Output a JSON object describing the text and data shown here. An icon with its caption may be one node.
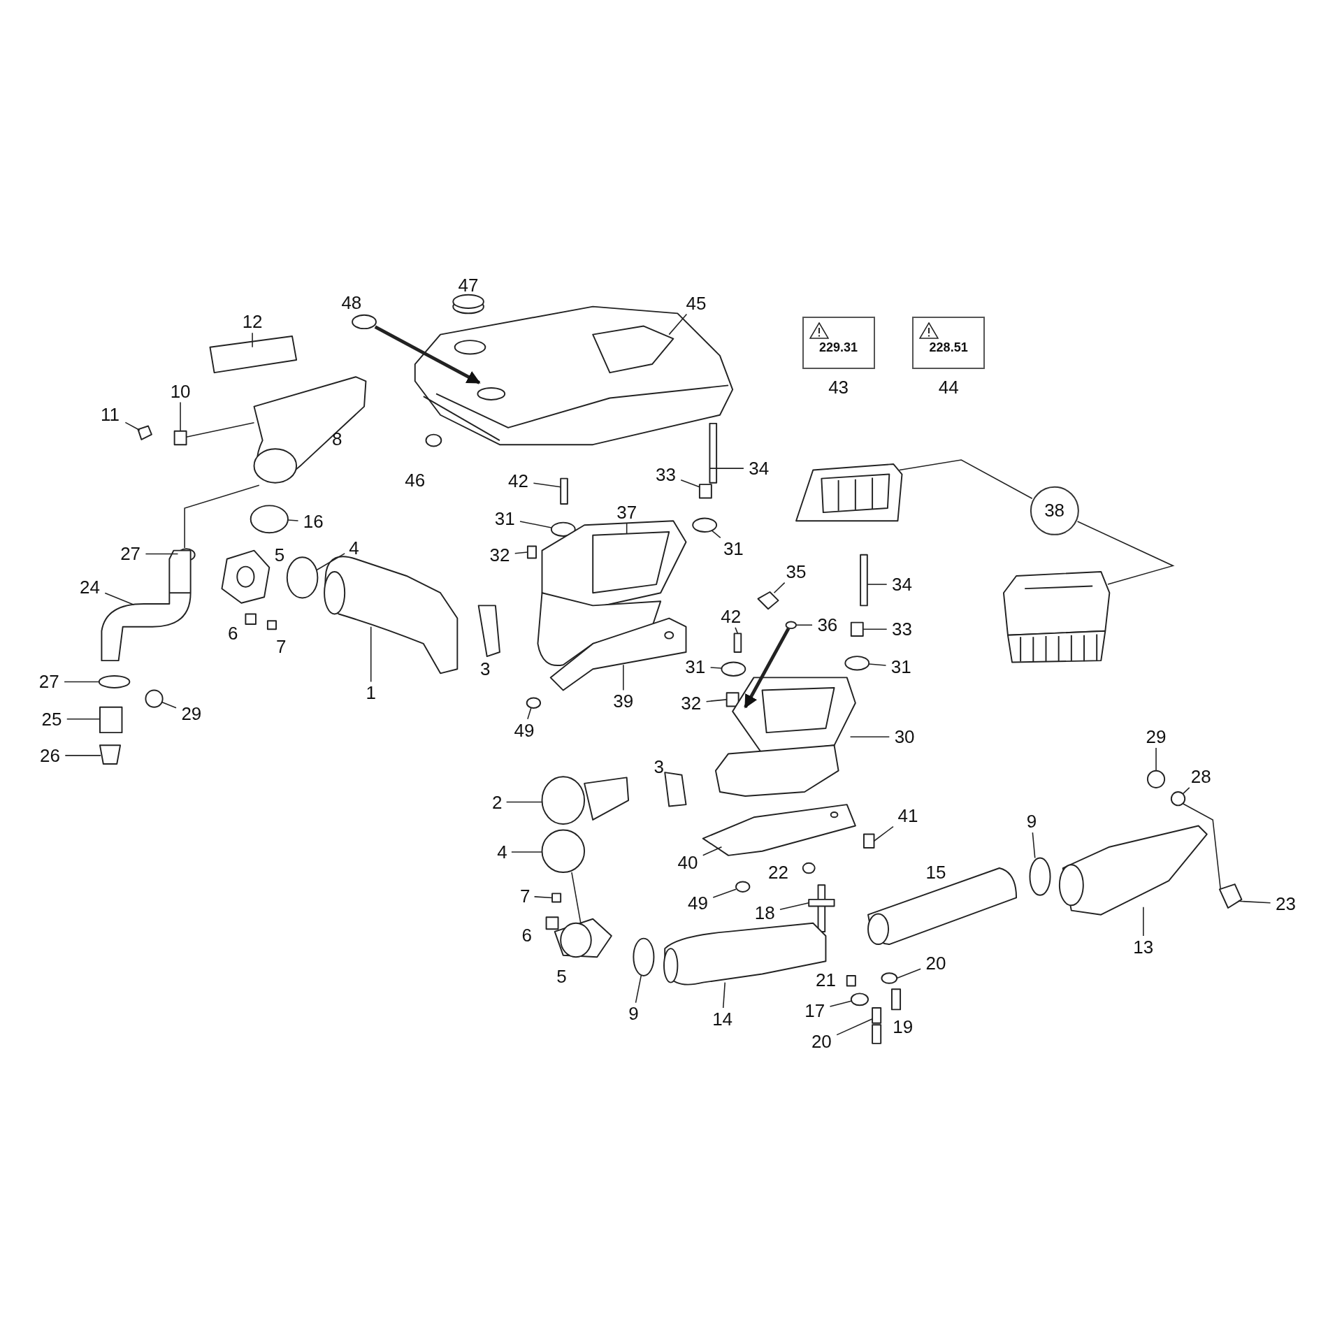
{
  "diagram": {
    "nodes": [
      {
        "text": [
          "45"
        ]
      },
      {
        "text": [
          "229.31"
        ],
        "beside": [
          "43"
        ]
      },
      {
        "text": [
          "228.51"
        ],
        "beside": [
          "44"
        ]
      },
      {
        "text": [
          "12"
        ]
      },
      {
        "text": [
          "10"
        ]
      },
      {
        "text": [
          "11"
        ]
      },
      {
        "text": [
          "42"
        ]
      },
      {
        "text": [
          "33"
        ]
      },
      {
        "text": [
          "34"
        ]
      },
      {
        "text": [
          "38"
        ]
      },
      {
        "text": [
          "16"
        ]
      },
      {
        "text": [
          "31"
        ]
      },
      {
        "text": [
          "37"
        ]
      },
      {
        "text": [
          "31"
        ]
      },
      {
        "text": [
          "27"
        ]
      },
      {
        "text": [
          "32"
        ]
      },
      {
        "text": [
          "4"
        ]
      },
      {
        "text": [
          "35"
        ]
      },
      {
        "text": [
          "34"
        ]
      },
      {
        "text": [
          "24"
        ]
      },
      {
        "text": [
          "42"
        ]
      },
      {
        "text": [
          "36"
        ]
      },
      {
        "text": [
          "33"
        ]
      },
      {
        "text": [
          "1"
        ]
      },
      {
        "text": [
          "31"
        ]
      },
      {
        "text": [
          "31"
        ]
      },
      {
        "text": [
          "27"
        ]
      },
      {
        "text": [
          "39"
        ]
      },
      {
        "text": [
          "32"
        ]
      },
      {
        "text": [
          "29"
        ]
      },
      {
        "text": [
          "25"
        ]
      },
      {
        "text": [
          "49"
        ]
      },
      {
        "text": [
          "29"
        ]
      },
      {
        "text": [
          "30"
        ]
      },
      {
        "text": [
          "26"
        ]
      },
      {
        "text": [
          "28"
        ]
      },
      {
        "text": [
          "2"
        ]
      },
      {
        "text": [
          "9"
        ]
      },
      {
        "text": [
          "41"
        ]
      },
      {
        "text": [
          "4"
        ]
      },
      {
        "text": [
          "40"
        ]
      },
      {
        "text": [
          "49"
        ]
      },
      {
        "text": [
          "7"
        ]
      },
      {
        "text": [
          "23"
        ]
      },
      {
        "text": [
          "18"
        ]
      },
      {
        "text": [
          "13"
        ]
      },
      {
        "text": [
          "20"
        ]
      },
      {
        "text": [
          "17"
        ]
      },
      {
        "text": [
          "9"
        ]
      },
      {
        "text": [
          "14"
        ]
      },
      {
        "text": [
          "20"
        ]
      },
      {
        "text": [],
        "shape": "picture"
      },
      {
        "text": [],
        "shape": "box"
      },
      {
        "text": [],
        "shape": "box"
      },
      {
        "text": [],
        "shape": "box"
      },
      {
        "text": [],
        "shape": "bar"
      },
      {
        "text": [],
        "shape": "box"
      },
      {
        "text": [],
        "shape": "bar"
      },
      {
        "text": [],
        "shape": "picture"
      },
      {
        "text": [],
        "shape": "picture"
      },
      {
        "text": [],
        "shape": "circle"
      },
      {
        "text": [],
        "shape": "circle"
      },
      {
        "text": [],
        "shape": "picture"
      },
      {
        "text": [],
        "shape": "circle"
      },
      {
        "text": [],
        "shape": "circle"
      },
      {
        "text": [],
        "shape": "box"
      },
      {
        "text": [],
        "shape": "circle"
      },
      {
        "text": [],
        "shape": "diamond"
      },
      {
        "text": [],
        "shape": "bar"
      },
      {
        "text": [],
        "shape": "picture"
      },
      {
        "text": [],
        "shape": "bar"
      },
      {
        "text": [],
        "shape": "circle"
      },
      {
        "text": [],
        "shape": "box"
      },
      {
        "text": [],
        "shape": "picture"
      },
      {
        "text": [],
        "shape": "circle"
      },
      {
        "text": [],
        "shape": "circle"
      },
      {
        "text": [],
        "shape": "circle"
      },
      {
        "text": [],
        "shape": "picture"
      },
      {
        "text": [],
        "shape": "box"
      },
      {
        "text": [],
        "shape": "circle"
      },
      {
        "text": [],
        "shape": "box"
      },
      {
        "text": [],
        "shape": "circle"
      },
      {
        "text": [],
        "shape": "circle"
      },
      {
        "text": [],
        "shape": "picture"
      },
      {
        "text": [],
        "shape": "box"
      },
      {
        "text": [],
        "shape": "circle"
      },
      {
        "text": [],
        "shape": "picture"
      },
      {
        "text": [],
        "shape": "circle"
      },
      {
        "text": [],
        "shape": "box"
      },
      {
        "text": [],
        "shape": "circle"
      },
      {
        "text": [],
        "shape": "picture"
      },
      {
        "text": [],
        "shape": "circle"
      },
      {
        "text": [],
        "shape": "box"
      },
      {
        "text": [],
        "shape": "box"
      },
      {
        "text": [],
        "shape": "picture"
      },
      {
        "text": [],
        "shape": "picture"
      },
      {
        "text": [],
        "shape": "circle"
      },
      {
        "text": [],
        "shape": "circle"
      },
      {
        "text": [],
        "shape": "circle"
      },
      {
        "text": [],
        "shape": "picture"
      },
      {
        "text": [],
        "shape": "box"
      },
      {
        "text": [],
        "shape": "circle",
        "beside": [
          "48"
        ]
      },
      {
        "text": [],
        "shape": "picture",
        "beside": [
          "8"
        ]
      },
      {
        "text": [],
        "shape": "picture",
        "beside": [
          "5"
        ]
      }
    ],
    "edges": [
      {
        "from": 0,
        "to": 51,
        "arrow": "none"
      },
      {
        "from": 3,
        "to": 52,
        "arrow": "none"
      },
      {
        "from": 4,
        "to": 53,
        "arrow": "none"
      },
      {
        "from": 5,
        "to": 54,
        "arrow": "none"
      },
      {
        "from": 6,
        "to": 55,
        "arrow": "none"
      },
      {
        "from": 7,
        "to": 56,
        "arrow": "none"
      },
      {
        "from": 8,
        "to": 57,
        "arrow": "none"
      },
      {
        "from": 9,
        "to": 58,
        "arrow": "none"
      },
      {
        "from": 9,
        "to": 59,
        "arrow": "none"
      },
      {
        "from": 10,
        "to": 60,
        "arrow": "none"
      },
      {
        "from": 11,
        "to": 61,
        "arrow": "none"
      },
      {
        "from": 12,
        "to": 62,
        "arrow": "none"
      },
      {
        "from": 13,
        "to": 63,
        "arrow": "none"
      },
      {
        "from": 14,
        "to": 64,
        "arrow": "none"
      },
      {
        "from": 15,
        "to": 65,
        "arrow": "none"
      },
      {
        "from": 16,
        "to": 66,
        "arrow": "none"
      },
      {
        "from": 17,
        "to": 67,
        "arrow": "none"
      },
      {
        "from": 18,
        "to": 68,
        "arrow": "none"
      },
      {
        "from": 19,
        "to": 69,
        "arrow": "none"
      },
      {
        "from": 20,
        "to": 70,
        "arrow": "none"
      },
      {
        "from": 21,
        "to": 71,
        "arrow": "none"
      },
      {
        "from": 22,
        "to": 72,
        "arrow": "none"
      },
      {
        "from": 23,
        "to": 73,
        "arrow": "none"
      },
      {
        "from": 24,
        "to": 74,
        "arrow": "none"
      },
      {
        "from": 25,
        "to": 75,
        "arrow": "none"
      },
      {
        "from": 26,
        "to": 76,
        "arrow": "none"
      },
      {
        "from": 27,
        "to": 77,
        "arrow": "none"
      },
      {
        "from": 28,
        "to": 78,
        "arrow": "none"
      },
      {
        "from": 29,
        "to": 79,
        "arrow": "none"
      },
      {
        "from": 30,
        "to": 80,
        "arrow": "none"
      },
      {
        "from": 31,
        "to": 81,
        "arrow": "none"
      },
      {
        "from": 32,
        "to": 82,
        "arrow": "none"
      },
      {
        "from": 33,
        "to": 83,
        "arrow": "none"
      },
      {
        "from": 34,
        "to": 84,
        "arrow": "none"
      },
      {
        "from": 35,
        "to": 85,
        "arrow": "none"
      },
      {
        "from": 36,
        "to": 86,
        "arrow": "none"
      },
      {
        "from": 37,
        "to": 87,
        "arrow": "none"
      },
      {
        "from": 38,
        "to": 88,
        "arrow": "none"
      },
      {
        "from": 39,
        "to": 89,
        "arrow": "none"
      },
      {
        "from": 40,
        "to": 90,
        "arrow": "none"
      },
      {
        "from": 41,
        "to": 91,
        "arrow": "none"
      },
      {
        "from": 42,
        "to": 92,
        "arrow": "none"
      },
      {
        "from": 43,
        "to": 93,
        "arrow": "none"
      },
      {
        "from": 44,
        "to": 94,
        "arrow": "none"
      },
      {
        "from": 45,
        "to": 95,
        "arrow": "none"
      },
      {
        "from": 46,
        "to": 96,
        "arrow": "none"
      },
      {
        "from": 47,
        "to": 97,
        "arrow": "none"
      },
      {
        "from": 48,
        "to": 98,
        "arrow": "none"
      },
      {
        "from": 49,
        "to": 99,
        "arrow": "none"
      },
      {
        "from": 50,
        "to": 100,
        "arrow": "none"
      },
      {
        "from": 101,
        "to": 51,
        "arrow": "to",
        "style": "thick"
      },
      {
        "from": 53,
        "to": 102,
        "arrow": "none"
      },
      {
        "from": 102,
        "to": 64,
        "arrow": "none"
      },
      {
        "from": 89,
        "to": 103,
        "arrow": "none"
      },
      {
        "from": 71,
        "to": 83,
        "arrow": "to",
        "style": "thick"
      },
      {
        "from": 85,
        "to": 93,
        "arrow": "none"
      }
    ],
    "labels": [
      "47",
      "46",
      "5",
      "6",
      "7",
      "3",
      "3",
      "22",
      "15",
      "6",
      "21",
      "19"
    ]
  }
}
